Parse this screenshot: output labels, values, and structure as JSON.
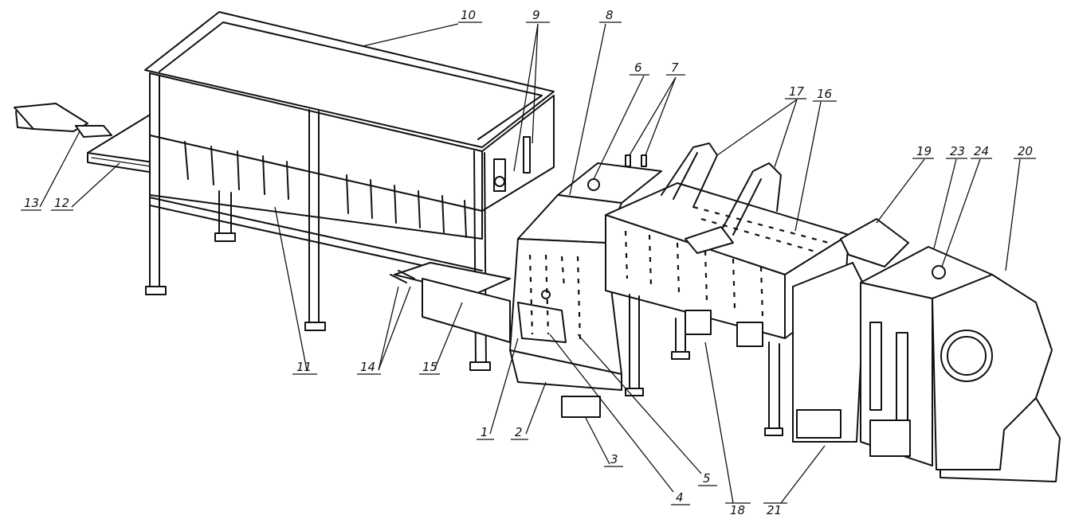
{
  "labels": [
    "1",
    "2",
    "3",
    "4",
    "5",
    "6",
    "7",
    "8",
    "9",
    "10",
    "11",
    "12",
    "13",
    "14",
    "15",
    "16",
    "17",
    "18",
    "19",
    "20",
    "21",
    "23",
    "24"
  ]
}
